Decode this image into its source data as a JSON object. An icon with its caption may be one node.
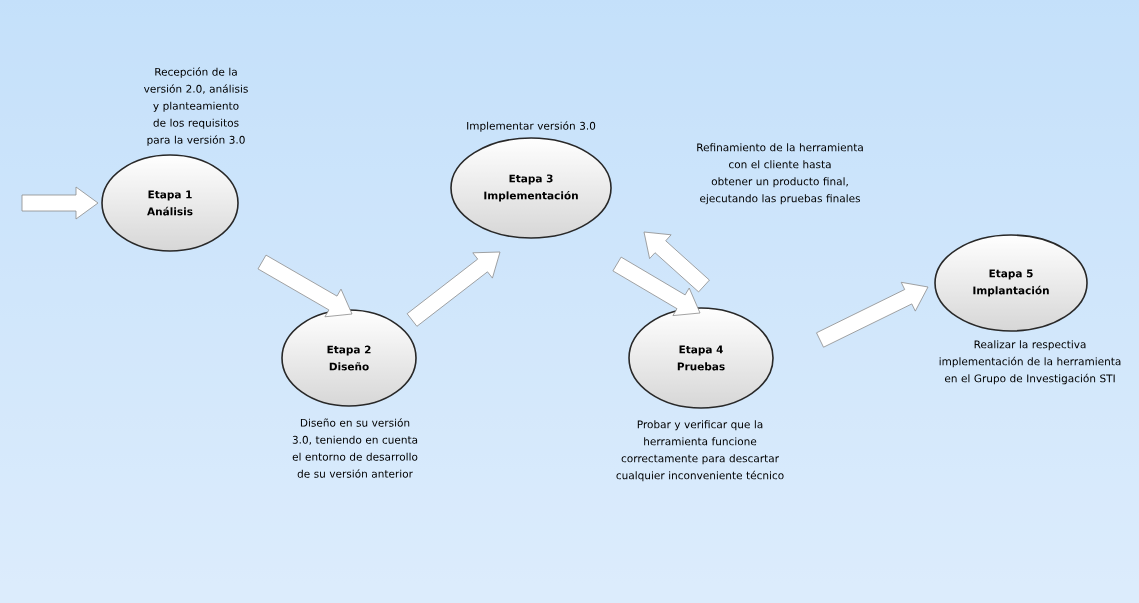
{
  "diagram": {
    "nodes": [
      {
        "text": [
          "Etapa 1",
          "Análisis"
        ],
        "beside": [
          "Recepción de la versión 2.0, análisis y planteamiento de los requisitos para la versión 3.0"
        ]
      },
      {
        "text": [
          "Etapa 2",
          "Diseño"
        ],
        "beside": [
          "Diseño en su versión 3.0, teniendo en cuenta el entorno de desarrollo de su versión anterior"
        ]
      },
      {
        "text": [
          "Etapa 3",
          "Implementación"
        ],
        "beside": [
          "Implementar versión 3.0"
        ]
      },
      {
        "text": [
          "Etapa 4",
          "Pruebas"
        ],
        "beside": [
          "Probar y verificar que la herramienta funcione correctamente para descartar cualquier inconveniente técnico"
        ]
      },
      {
        "text": [
          "Etapa 5",
          "Implantación"
        ],
        "beside": [
          "Realizar la respectiva implementación de la herramienta en el Grupo de Investigación STI"
        ]
      }
    ],
    "edges": [
      {
        "from": null,
        "to": 0,
        "arrow": "to"
      },
      {
        "from": 0,
        "to": 1,
        "arrow": "to"
      },
      {
        "from": 1,
        "to": 2,
        "arrow": "to"
      },
      {
        "from": 2,
        "to": 3,
        "arrow": "to"
      },
      {
        "from": 3,
        "to": 2,
        "arrow": "to"
      },
      {
        "from": 3,
        "to": 4,
        "arrow": "to"
      }
    ],
    "labels": [
      "Refinamiento de la herramienta con el cliente hasta obtener un producto final, ejecutando las pruebas finales"
    ]
  }
}
